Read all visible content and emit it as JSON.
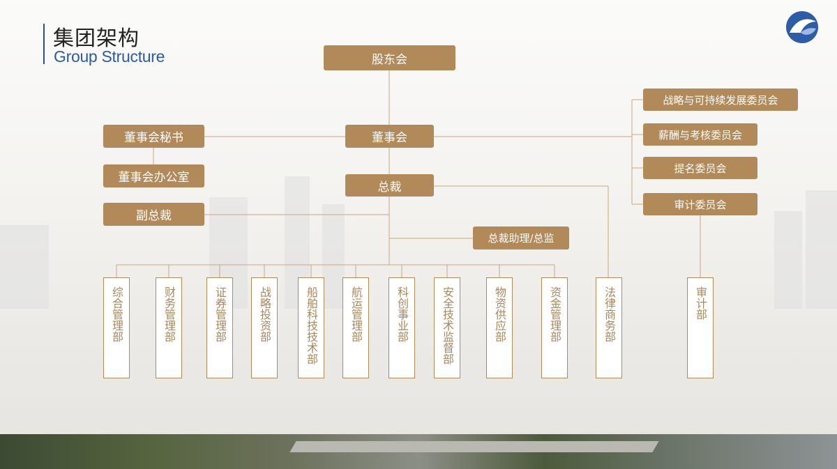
{
  "header": {
    "title_cn": "集团架构",
    "title_en": "Group Structure"
  },
  "org": {
    "shareholders": "股东会",
    "board": "董事会",
    "board_secretary": "董事会秘书",
    "board_office": "董事会办公室",
    "president": "总裁",
    "vice_president": "副总裁",
    "assistant": "总裁助理/总监",
    "committees": [
      "战略与可持续发展委员会",
      "薪酬与考核委员会",
      "提名委员会",
      "审计委员会"
    ],
    "departments": [
      "综合管理部",
      "财务管理部",
      "证券管理部",
      "战略投资部",
      "船舶科技技术部",
      "航运管理部",
      "科创事业部",
      "安全技术监督部",
      "物资供应部",
      "资金管理部",
      "法律商务部",
      "审计部"
    ]
  },
  "colors": {
    "box": "#b28958",
    "line": "#c9a77e",
    "title_accent": "#2b4f87",
    "en_title": "#2a5aa8"
  },
  "icons": {
    "logo": "company-logo-icon"
  }
}
